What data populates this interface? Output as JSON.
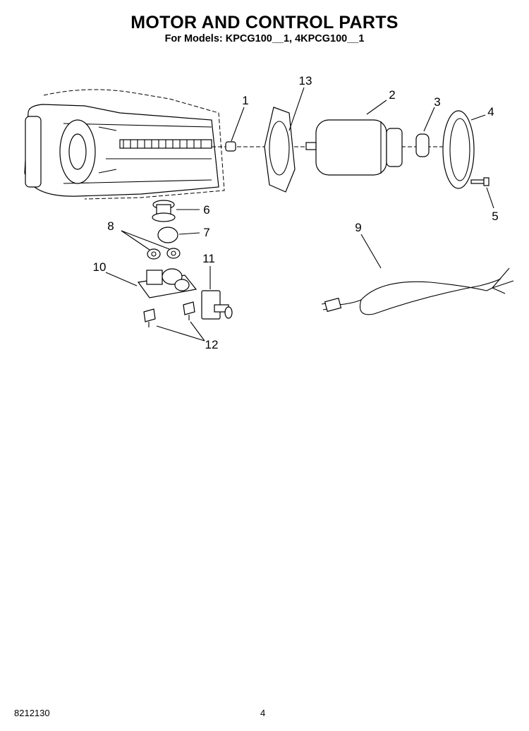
{
  "header": {
    "title": "MOTOR AND CONTROL PARTS",
    "subtitle": "For Models: KPCG100__1, 4KPCG100__1"
  },
  "callouts": [
    "1",
    "13",
    "2",
    "3",
    "4",
    "5",
    "6",
    "7",
    "8",
    "9",
    "10",
    "11",
    "12"
  ],
  "footer": {
    "document_number": "8212130",
    "page_number": "4"
  }
}
